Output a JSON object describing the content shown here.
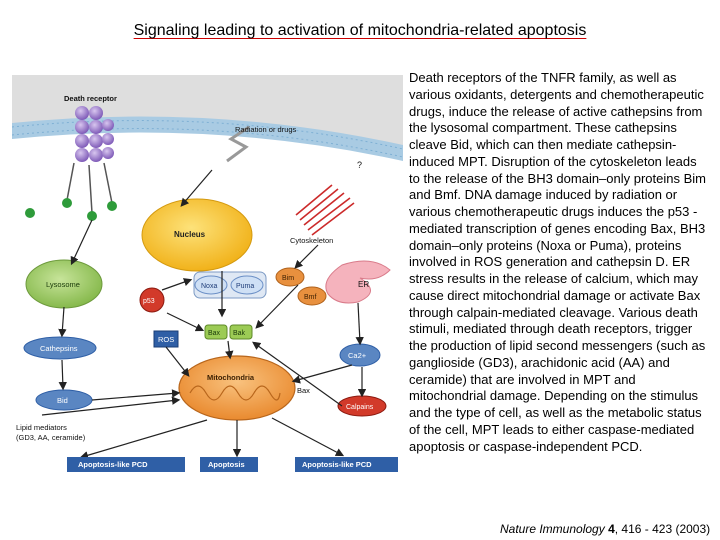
{
  "title": "Signaling leading to activation of mitochondria-related apoptosis",
  "description": "Death receptors of the TNFR family, as well as various oxidants, detergents and chemotherapeutic drugs, induce the release of active cathepsins from the lysosomal compartment. These cathepsins cleave Bid, which can then mediate cathepsin-induced MPT. Disruption of the cytoskeleton leads to the release of the BH3 domain–only proteins Bim and Bmf. DNA damage induced by radiation or various chemotherapeutic drugs induces the p53 -mediated transcription of genes encoding Bax, BH3 domain–only proteins (Noxa or Puma), proteins involved in ROS generation and cathepsin D. ER stress results in the release of calcium, which may cause direct mitochondrial damage or activate Bax through calpain-mediated cleavage. Various death stimuli, mediated through death receptors, trigger the production of lipid second messengers (such as ganglioside (GD3), arachidonic acid (AA) and ceramide) that are involved in MPT and mitochondrial damage. Depending on the stimulus and the type of cell, as well as the metabolic status of the cell, MPT leads to either caspase-mediated apoptosis or caspase-independent PCD.",
  "citation": {
    "journal": "Nature Immunology",
    "volume": "4",
    "pages": ", 416 - 423 (2003)"
  },
  "diagram": {
    "death_receptor": "Death receptor",
    "radiation": "Radiation or drugs",
    "question": "?",
    "nucleus": "Nucleus",
    "cytoskeleton": "Cytoskeleton",
    "lysosome": "Lysosome",
    "noxa": "Noxa",
    "puma": "Puma",
    "bim": "Bim",
    "bmf": "Bmf",
    "er": "ER",
    "p53": "p53",
    "bax": "Bax",
    "bak": "Bak",
    "ros": "ROS",
    "cathepsins": "Cathepsins",
    "ca": "Ca2+",
    "mitochondria": "Mitochondria",
    "bax2": "Bax",
    "bid": "Bid",
    "calpains": "Calpains",
    "lipid1": "Lipid mediators",
    "lipid2": "(GD3, AA, ceramide)",
    "out_left": "Apoptosis-like PCD",
    "out_mid": "Apoptosis",
    "out_right": "Apoptosis-like PCD"
  },
  "colors": {
    "membrane": "#9cc3dd",
    "cytoplasm": "#ffffff",
    "outer": "#dcdcdc",
    "box": "#2f5fa6",
    "bid_oval": "#5a86c2",
    "bcl_green": "#9ccb55",
    "bim_orange": "#e08a3a",
    "nucleus": "#f6c11d",
    "mito": "#f2a048",
    "er": "#f3a6b0",
    "p53": "#d23a2a",
    "receptor": "#9b7ac8",
    "ligand": "#2e9b3a"
  }
}
